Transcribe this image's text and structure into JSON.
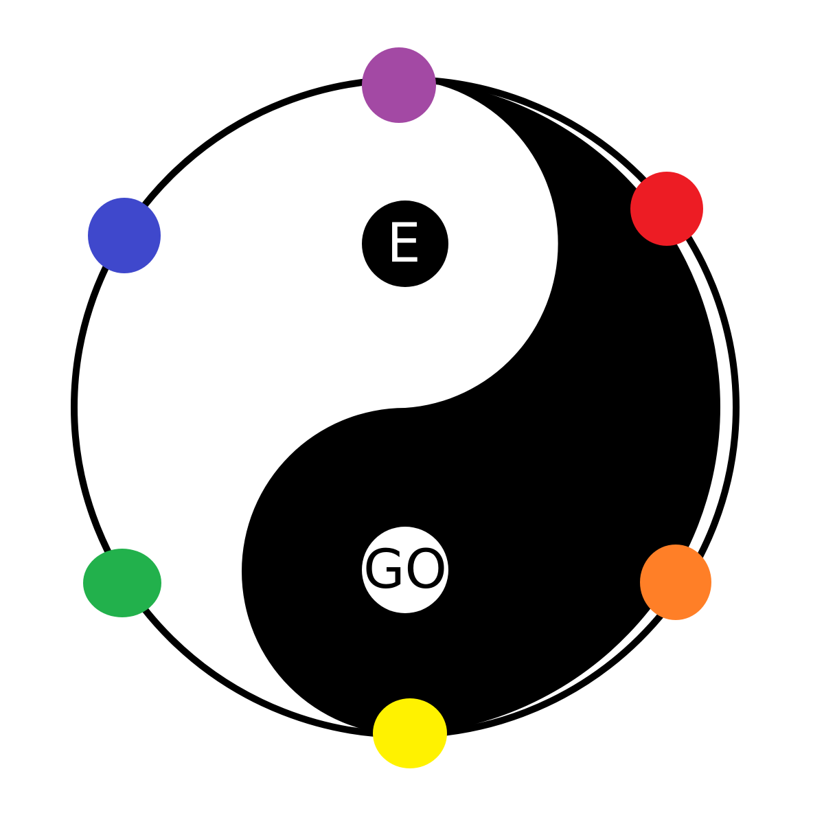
{
  "labels": {
    "top": "E",
    "bottom": "GO"
  },
  "colors": {
    "yin": "#000000",
    "yang": "#ffffff",
    "outline": "#000000"
  },
  "nodes": [
    {
      "name": "purple-dot",
      "color": "#A349A4"
    },
    {
      "name": "red-dot",
      "color": "#ED1C24"
    },
    {
      "name": "orange-dot",
      "color": "#FF7F27"
    },
    {
      "name": "yellow-dot",
      "color": "#FFF200"
    },
    {
      "name": "green-dot",
      "color": "#22B14C"
    },
    {
      "name": "blue-dot",
      "color": "#3F48CC"
    }
  ]
}
